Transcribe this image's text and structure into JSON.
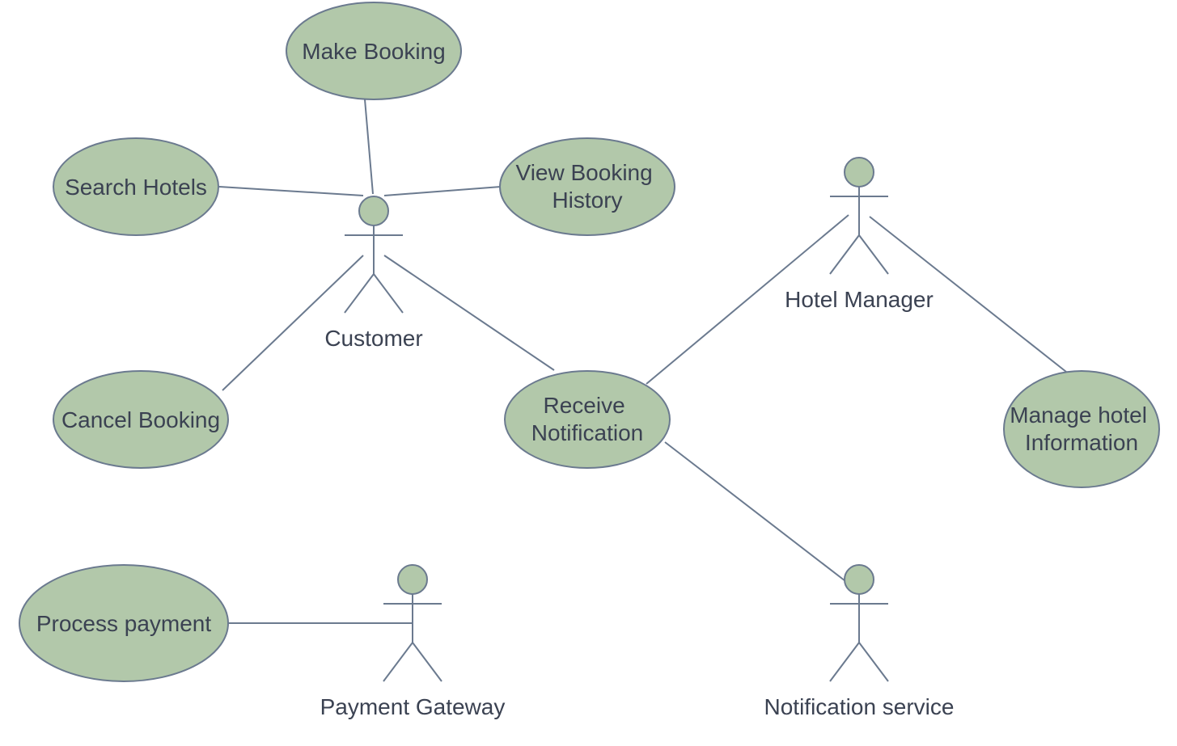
{
  "colors": {
    "usecase_fill": "#b2c8aa",
    "stroke": "#6b7a8f",
    "text": "#3b4252",
    "background": "#ffffff"
  },
  "use_cases": {
    "make_booking": [
      "Make Booking"
    ],
    "search_hotels": [
      "Search Hotels"
    ],
    "view_booking_history": [
      "View Booking",
      "History"
    ],
    "cancel_booking": [
      "Cancel Booking"
    ],
    "receive_notification": [
      "Receive",
      "Notification"
    ],
    "manage_hotel_information": [
      "Manage hotel",
      "Information"
    ],
    "process_payment": [
      "Process payment"
    ]
  },
  "actors": {
    "customer": "Customer",
    "hotel_manager": "Hotel Manager",
    "payment_gateway": "Payment Gateway",
    "notification_service": "Notification service"
  },
  "associations": [
    [
      "customer",
      "make_booking"
    ],
    [
      "customer",
      "search_hotels"
    ],
    [
      "customer",
      "view_booking_history"
    ],
    [
      "customer",
      "cancel_booking"
    ],
    [
      "customer",
      "receive_notification"
    ],
    [
      "hotel_manager",
      "receive_notification"
    ],
    [
      "hotel_manager",
      "manage_hotel_information"
    ],
    [
      "notification_service",
      "receive_notification"
    ],
    [
      "payment_gateway",
      "process_payment"
    ]
  ]
}
